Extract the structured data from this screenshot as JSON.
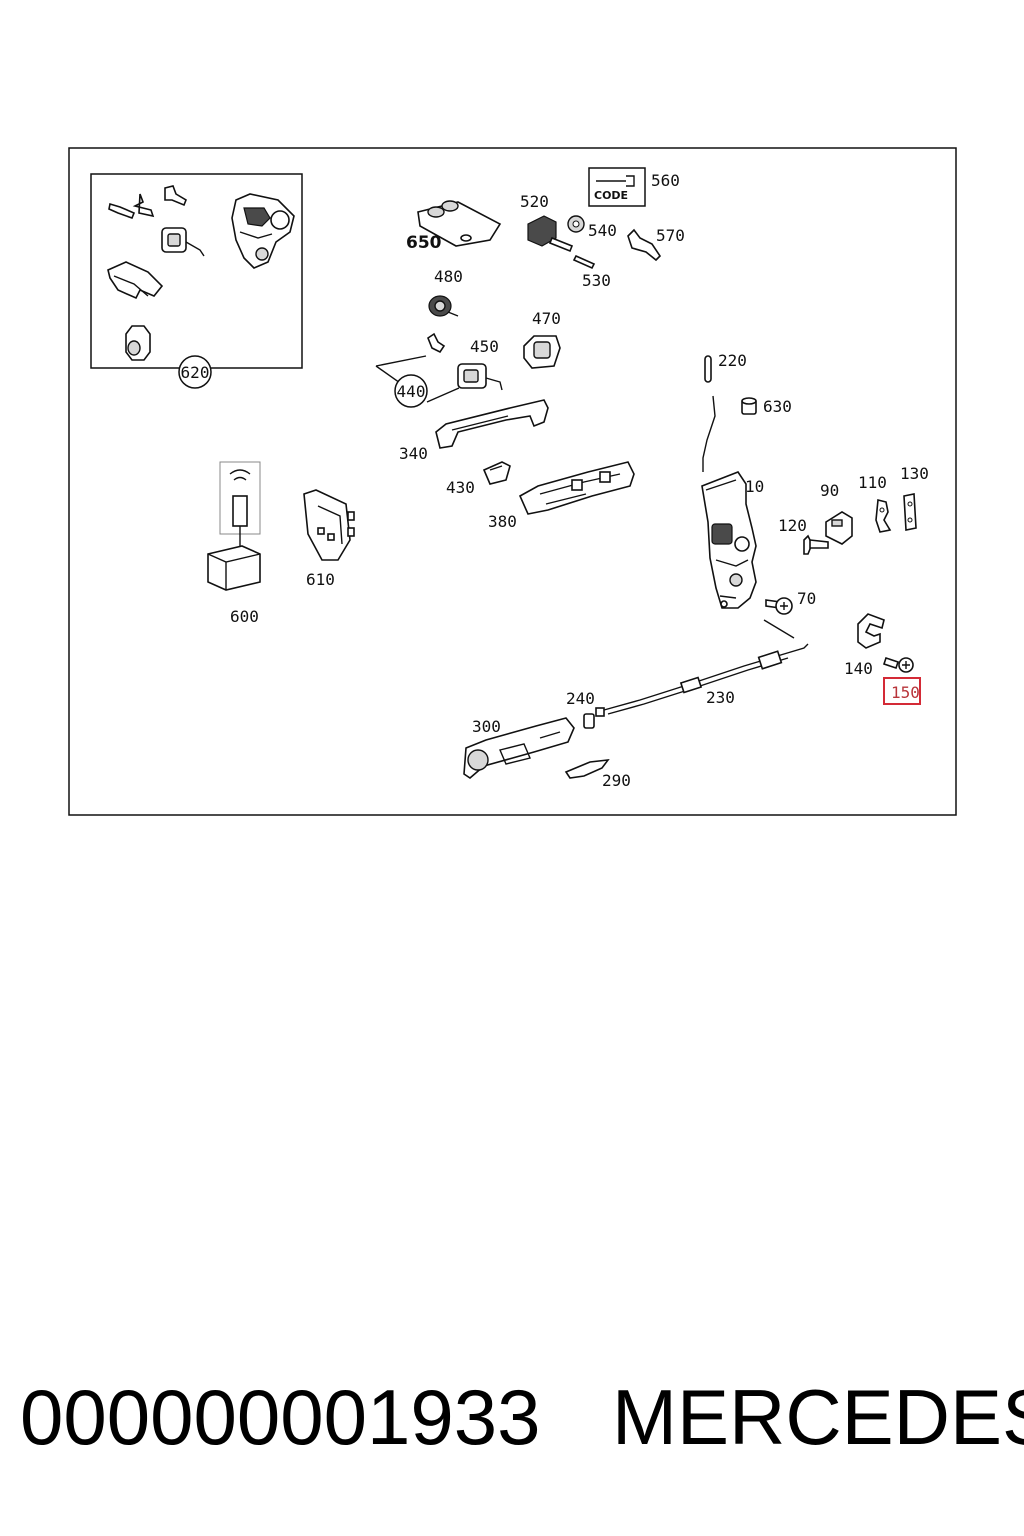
{
  "diagram": {
    "highlight_color": "#d42a36",
    "labels": {
      "p10": "10",
      "p70": "70",
      "p90": "90",
      "p110": "110",
      "p120": "120",
      "p130": "130",
      "p140": "140",
      "p150": "150",
      "p220": "220",
      "p230": "230",
      "p240": "240",
      "p290": "290",
      "p300": "300",
      "p340": "340",
      "p380": "380",
      "p430": "430",
      "p440": "440",
      "p450": "450",
      "p470": "470",
      "p480": "480",
      "p520": "520",
      "p530": "530",
      "p540": "540",
      "p560": "560",
      "p570": "570",
      "p600": "600",
      "p610": "610",
      "p620": "620",
      "p630": "630",
      "p650": "650"
    },
    "code_card_text": "CODE",
    "highlighted_part": "150"
  },
  "caption": {
    "part_number": "000000001933",
    "brand": "MERCEDES"
  }
}
